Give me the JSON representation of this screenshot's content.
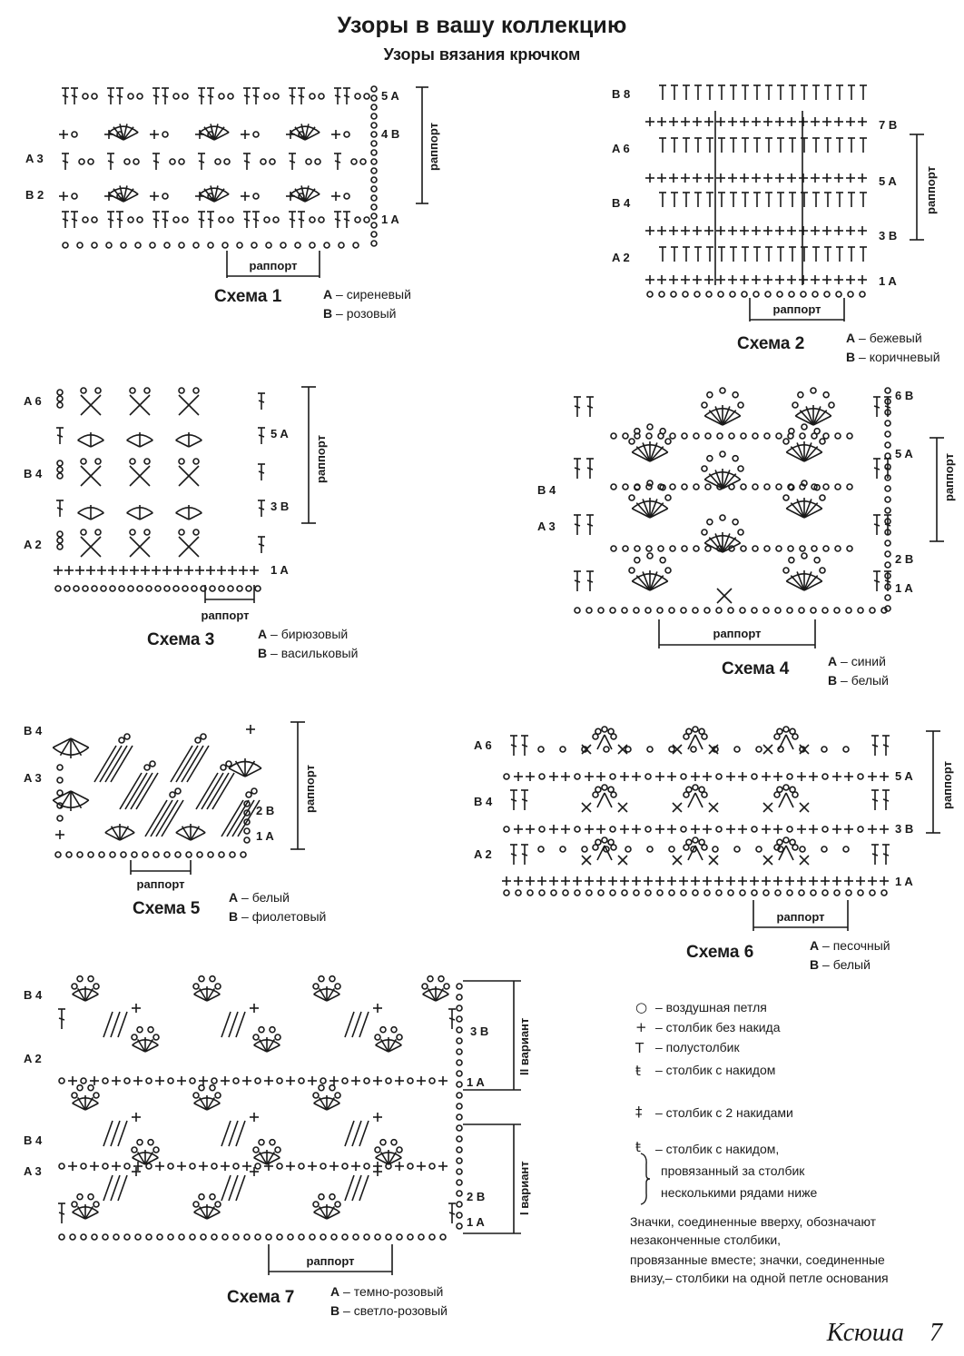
{
  "header": {
    "title": "Узоры в вашу коллекцию",
    "subtitle": "Узоры вязания крючком"
  },
  "common": {
    "repeat_label": "раппорт"
  },
  "schemes": [
    {
      "id": "s1",
      "title": "Схема 1",
      "legend": [
        {
          "key": "A",
          "color": "сиреневый"
        },
        {
          "key": "B",
          "color": "розовый"
        }
      ],
      "left_labels": [
        "A 3",
        "B 2"
      ],
      "right_labels": [
        "5 A",
        "4 B",
        "1 A"
      ],
      "vertical_label": "раппорт"
    },
    {
      "id": "s2",
      "title": "Схема 2",
      "legend": [
        {
          "key": "A",
          "color": "бежевый"
        },
        {
          "key": "B",
          "color": "коричневый"
        }
      ],
      "left_labels": [
        "B 8",
        "A 6",
        "B 4",
        "A 2"
      ],
      "right_labels": [
        "7 B",
        "5 A",
        "3 B",
        "1 A"
      ],
      "vertical_label": "раппорт"
    },
    {
      "id": "s3",
      "title": "Схема 3",
      "legend": [
        {
          "key": "A",
          "color": "бирюзовый"
        },
        {
          "key": "B",
          "color": "васильковый"
        }
      ],
      "left_labels": [
        "A 6",
        "B 4",
        "A 2"
      ],
      "right_labels": [
        "5 A",
        "3 B",
        "1 A"
      ],
      "vertical_label": "раппорт"
    },
    {
      "id": "s4",
      "title": "Схема 4",
      "legend": [
        {
          "key": "A",
          "color": "синий"
        },
        {
          "key": "B",
          "color": "белый"
        }
      ],
      "left_labels": [
        "B 4",
        "A 3"
      ],
      "right_labels": [
        "6 B",
        "5 A",
        "2 B",
        "1 A"
      ],
      "vertical_label": "раппорт"
    },
    {
      "id": "s5",
      "title": "Схема 5",
      "legend": [
        {
          "key": "A",
          "color": "белый"
        },
        {
          "key": "B",
          "color": "фиолетовый"
        }
      ],
      "left_labels": [
        "B 4",
        "A 3"
      ],
      "right_labels": [
        "2 B",
        "1 A"
      ],
      "vertical_label": "раппорт"
    },
    {
      "id": "s6",
      "title": "Схема 6",
      "legend": [
        {
          "key": "A",
          "color": "песочный"
        },
        {
          "key": "B",
          "color": "белый"
        }
      ],
      "left_labels": [
        "A 6",
        "B 4",
        "A 2"
      ],
      "right_labels": [
        "5 A",
        "3 B",
        "1 A"
      ],
      "vertical_label": "раппорт"
    },
    {
      "id": "s7",
      "title": "Схема 7",
      "legend": [
        {
          "key": "A",
          "color": "темно-розовый"
        },
        {
          "key": "B",
          "color": "светло-розовый"
        }
      ],
      "left_labels": [
        "B 4",
        "A 2",
        "B 4",
        "A 3"
      ],
      "right_labels": [
        "3 B",
        "1 A",
        "2 B",
        "1 A"
      ],
      "variant_labels": [
        "II вариант",
        "I вариант"
      ]
    }
  ],
  "key": {
    "items": [
      {
        "symbol": "chain-icon",
        "glyph": "○",
        "text": "– воздушная петля"
      },
      {
        "symbol": "sc-icon",
        "glyph": "+",
        "text": "– столбик без накида"
      },
      {
        "symbol": "hdc-icon",
        "glyph": "T",
        "text": "– полустолбик"
      },
      {
        "symbol": "dc-icon",
        "glyph": "ŧ",
        "text": "– столбик с накидом"
      },
      {
        "symbol": "tr-icon",
        "glyph": "‡",
        "text": "– столбик с 2 накидами"
      },
      {
        "symbol": "dc-below-icon",
        "glyph": "ŧ",
        "text": "– столбик с накидом,"
      }
    ],
    "extra_lines": [
      "провязанный за столбик",
      "несколькими рядами ниже"
    ],
    "note_lines": [
      "Значки, соединенные вверху, обозначают",
      "незаконченные столбики,",
      "провязанные вместе; значки, соединенные",
      "внизу,– столбики на одной петле основания"
    ]
  },
  "footer": {
    "magazine": "Ксюша",
    "page": "7"
  }
}
